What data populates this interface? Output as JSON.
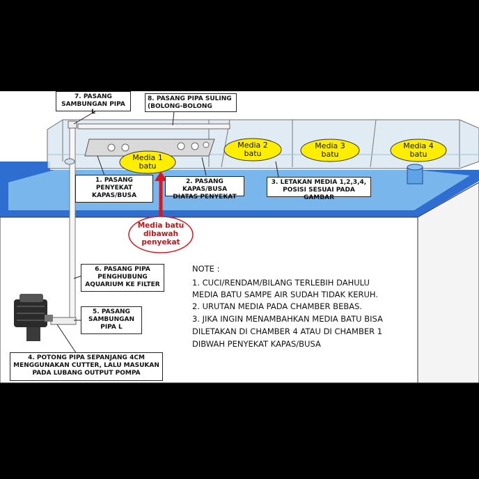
{
  "labels": {
    "l7": "7. PASANG\nSAMBUNGAN PIPA L",
    "l8": "8. PASANG PIPA SULING\n(BOLONG-BOLONG",
    "l1": "1. PASANG\nPENYEKAT\nKAPAS/BUSA",
    "l2": "2. PASANG KAPAS/BUSA\nDIATAS PENYEKAT",
    "l3": "3. LETAKAN MEDIA 1,2,3,4,\nPOSISI SESUAI PADA GAMBAR",
    "l6": "6. PASANG PIPA\nPENGHUBUNG\nAQUARIUM KE FILTER",
    "l5": "5. PASANG\nSAMBUNGAN\nPIPA L",
    "l4": "4. POTONG PIPA SEPANJANG 4CM\nMENGGUNAKAN CUTTER, LALU MASUKAN\nPADA LUBANG OUTPUT POMPA"
  },
  "media": [
    {
      "label": "Media 1\nbatu"
    },
    {
      "label": "Media 2\nbatu"
    },
    {
      "label": "Media 3\nbatu"
    },
    {
      "label": "Media 4\nbatu"
    }
  ],
  "callout": "Media batu\ndibawah\npenyekat",
  "note": {
    "title": "NOTE :",
    "lines": [
      "1. CUCI/RENDAM/BILANG TERLEBIH DAHULU",
      "MEDIA BATU SAMPE AIR SUDAH TIDAK KERUH.",
      "2. URUTAN MEDIA PADA CHAMBER BEBAS.",
      "3. JIKA INGIN MENAMBAHKAN MEDIA BATU BISA",
      "DILETAKAN DI CHAMBER 4 ATAU DI CHAMBER 1",
      "DIBWAH PENYEKAT KAPAS/BUSA"
    ]
  },
  "colors": {
    "background": "#000000",
    "tank_top": "#7ab8ee",
    "tank_rim": "#2d6ed0",
    "tank_body": "#ffffff",
    "media_fill": "#ffee00",
    "arrow": "#d6191f"
  }
}
